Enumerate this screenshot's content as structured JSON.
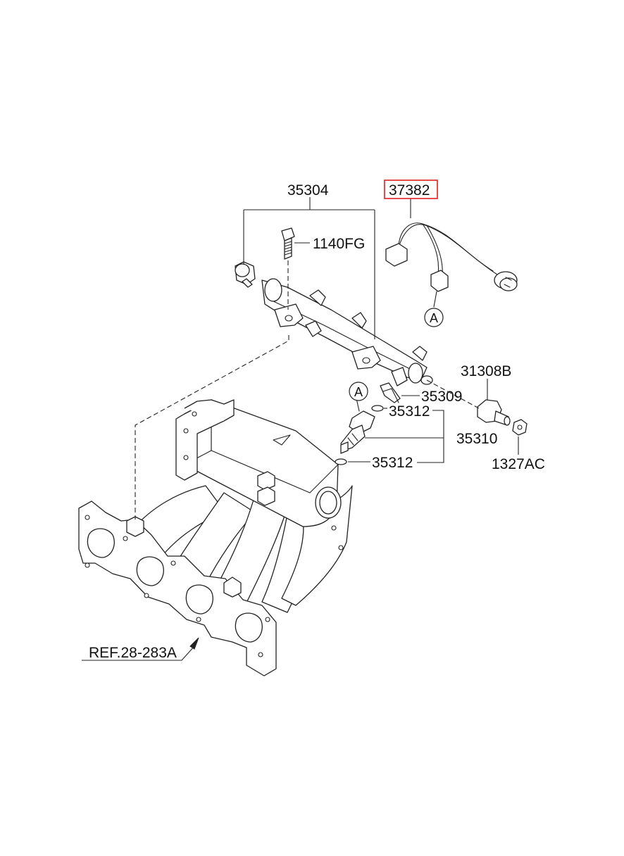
{
  "labels": {
    "rail_assy": "35304",
    "bolt": "1140FG",
    "harness": "37382",
    "connector_ref_top": "A",
    "connector_ref_injector": "A",
    "pressure_regulator": "31308B",
    "clip": "35309",
    "oring_upper": "35312",
    "injector": "35310",
    "oring_lower": "35312",
    "nut": "1327AC",
    "reference": "REF.28-283A"
  },
  "colors": {
    "line": "#222222",
    "highlight_box": "#e02020",
    "background": "#ffffff"
  },
  "highlighted_part": "37382"
}
